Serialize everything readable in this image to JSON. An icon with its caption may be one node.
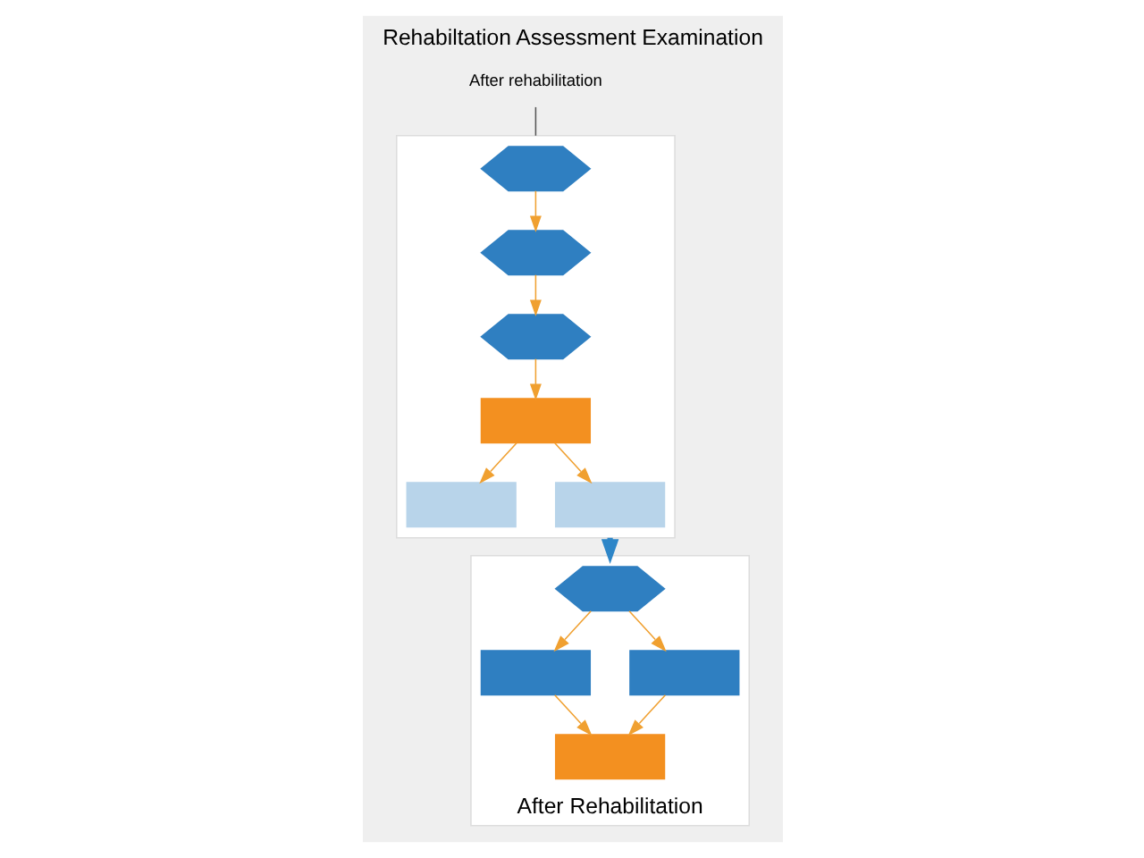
{
  "diagram": {
    "title": "Rehabiltation Assessment Examination",
    "nodes": [
      {
        "text": [],
        "shape": "box"
      },
      {
        "text": [],
        "shape": "hexagon",
        "in": 0
      },
      {
        "text": [],
        "shape": "hexagon",
        "in": 0
      },
      {
        "text": [],
        "shape": "hexagon",
        "in": 0
      },
      {
        "text": [],
        "shape": "box",
        "in": 0
      },
      {
        "text": [],
        "shape": "box",
        "in": 0
      },
      {
        "text": [],
        "shape": "box",
        "in": 0
      },
      {
        "text": [
          "After Rehabilitation"
        ]
      },
      {
        "text": [],
        "shape": "hexagon",
        "in": 7
      },
      {
        "text": [],
        "shape": "box",
        "in": 7
      },
      {
        "text": [],
        "shape": "box",
        "in": 7
      },
      {
        "text": [],
        "shape": "box",
        "in": 7
      },
      {
        "text": [
          "After rehabilitation"
        ]
      }
    ],
    "edges": [
      {
        "from": 1,
        "to": 2,
        "arrow": "to"
      },
      {
        "from": 2,
        "to": 3,
        "arrow": "to"
      },
      {
        "from": 3,
        "to": 4,
        "arrow": "to"
      },
      {
        "from": 4,
        "to": 5,
        "arrow": "to"
      },
      {
        "from": 4,
        "to": 6,
        "arrow": "to"
      },
      {
        "from": 0,
        "to": 7,
        "arrow": "to",
        "style": "thick",
        "color": "#2e86c8"
      },
      {
        "from": 8,
        "to": 9,
        "arrow": "to"
      },
      {
        "from": 8,
        "to": 10,
        "arrow": "to"
      },
      {
        "from": 9,
        "to": 11,
        "arrow": "to"
      },
      {
        "from": 10,
        "to": 11,
        "arrow": "to"
      },
      {
        "from": 12,
        "to": 0,
        "arrow": "none",
        "color": "#555555"
      }
    ]
  }
}
